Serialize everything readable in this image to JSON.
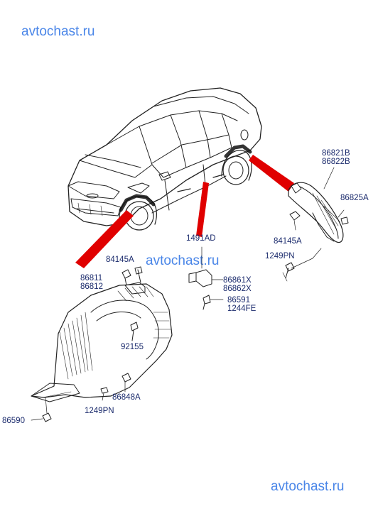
{
  "watermarks": {
    "top": "avtochast.ru",
    "middle": "avtochast.ru",
    "bottom": "avtochast.ru"
  },
  "part_numbers": {
    "p86821B": "86821B",
    "p86822B": "86822B",
    "p86825A": "86825A",
    "p84145A_right": "84145A",
    "p1249PN_right": "1249PN",
    "p1491AD": "1491AD",
    "p84145A_left": "84145A",
    "p86811": "86811",
    "p86812": "86812",
    "p86861X": "86861X",
    "p86862X": "86862X",
    "p86591": "86591",
    "p1244FE": "1244FE",
    "p92155": "92155",
    "p86848A": "86848A",
    "p1249PN_left": "1249PN",
    "p86590": "86590"
  },
  "colors": {
    "callout_band": "#e00000",
    "label_text": "#1a2a6c",
    "watermark": "#4a86e8",
    "line_art": "#222222"
  }
}
